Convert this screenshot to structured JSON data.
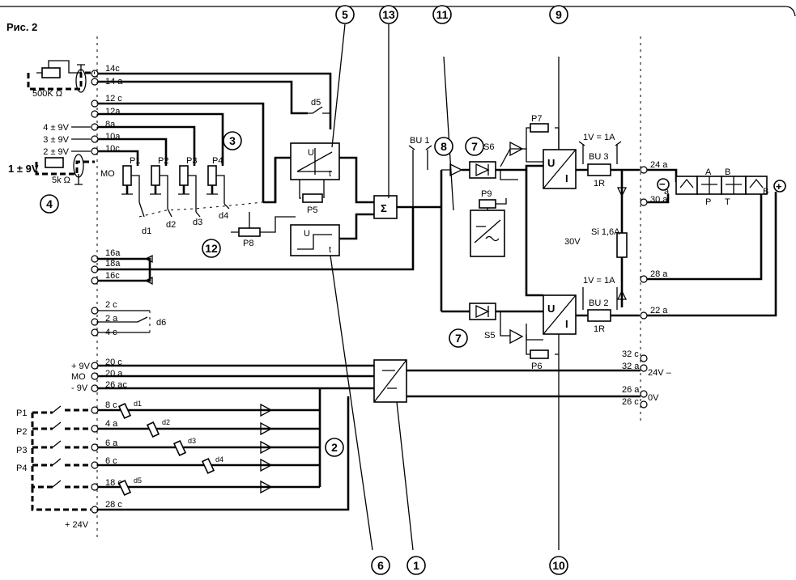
{
  "figure_title": "Рис. 2",
  "callouts": {
    "c1": "1",
    "c2": "2",
    "c3": "3",
    "c4": "4",
    "c5": "5",
    "c6": "6",
    "c7a": "7",
    "c7b": "7",
    "c8": "8",
    "c9": "9",
    "c10": "10",
    "c11": "11",
    "c12": "12",
    "c13": "13"
  },
  "pins_left": {
    "p14c": "14c",
    "p14a": "14 a",
    "p12c": "12 c",
    "p12a": "12a",
    "p8a": "8a",
    "p10a": "10a",
    "p10c": "10c",
    "p16a": "16a",
    "p18a": "18a",
    "p16c": "16c",
    "p2c": "2 c",
    "p2a": "2 a",
    "p4c": "4 c",
    "p20c": "20 c",
    "p20a": "20 a",
    "p26ac": "26 ac",
    "p8c": "8 c",
    "p4a": "4 a",
    "p6a": "6 a",
    "p6c": "6 c",
    "p18c": "18 c",
    "p28c": "28 c"
  },
  "pins_right": {
    "p24a": "24 a",
    "p30a": "30 a",
    "p28a": "28 a",
    "p22a": "22 a",
    "p32c": "32 c",
    "p32a": "32 a",
    "p26a": "26 a",
    "p26c": "26 c"
  },
  "voltages": {
    "v4": "4 ± 9V",
    "v3": "3 ± 9V",
    "v2": "2 ± 9V",
    "v1": "1 ± 9V",
    "plus9": "+ 9V",
    "mo": "MO",
    "minus9": "- 9V",
    "plus24": "+ 24V",
    "out24": "24V –",
    "out0": "0V"
  },
  "resistors": {
    "r500k": "500K Ω",
    "r5k": "5k Ω",
    "mo_left": "MO",
    "p1": "P1",
    "p2": "P2",
    "p3": "P3",
    "p4": "P4",
    "p5": "P5",
    "p6": "P6",
    "p7": "P7",
    "p8": "P8",
    "p9": "P9"
  },
  "contacts": {
    "d1": "d1",
    "d2": "d2",
    "d3": "d3",
    "d4": "d4",
    "d5": "d5",
    "d6": "d6",
    "rd1": "d1",
    "rd2": "d2",
    "rd3": "d3",
    "rd4": "d4",
    "rd5": "d5"
  },
  "switches": {
    "s1": "P1",
    "s2": "P2",
    "s3": "P3",
    "s4": "P4"
  },
  "blocks": {
    "ut_u": "U",
    "ut_t": "t",
    "ut2_u": "U",
    "ut2_t": "t",
    "sum": "Σ",
    "amp9_u": "U",
    "amp9_i": "I",
    "amp10_u": "U",
    "amp10_i": "I"
  },
  "misc": {
    "bu1": "BU 1",
    "bu2": "BU 2",
    "bu3": "BU 3",
    "s5": "S5",
    "s6": "S6",
    "i1v_top": "1V = 1A",
    "i1v_bot": "1V = 1A",
    "r1_top": "1R",
    "r1_bot": "1R",
    "fuse": "Si 1,6A",
    "fuse_v": "30V",
    "valve_a": "A",
    "valve_b": "B",
    "valve_p": "P",
    "valve_t": "T",
    "valve_sa": "a",
    "valve_sb": "b",
    "minus_sym": "−",
    "plus_sym": "+"
  }
}
